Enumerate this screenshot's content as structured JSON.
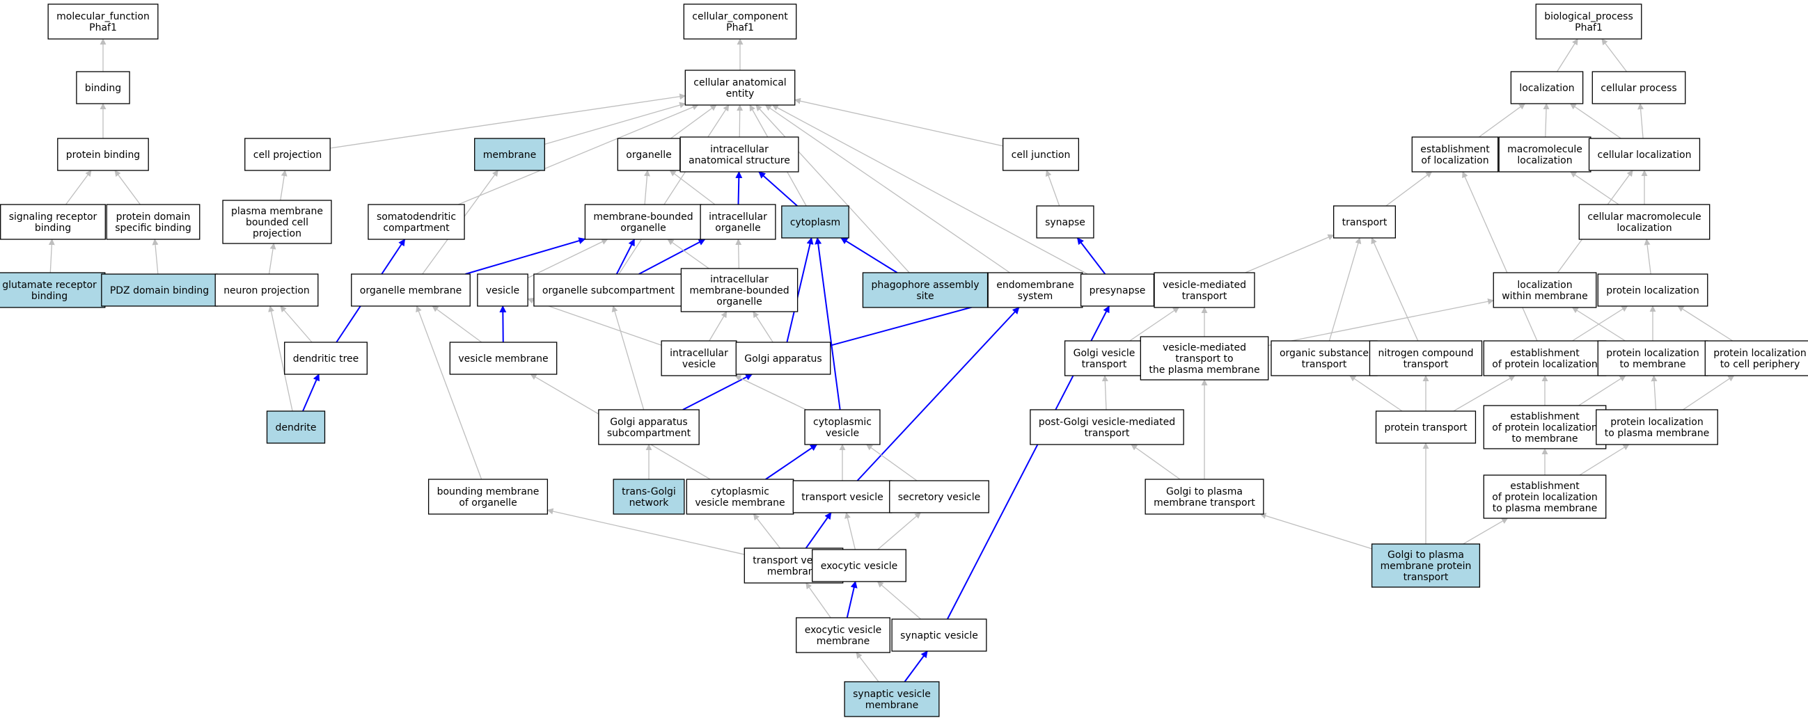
{
  "colors": {
    "node_fill": "#ffffff",
    "node_highlight_fill": "#add8e6",
    "node_stroke": "#000000",
    "edge_gray": "#bebebe",
    "edge_blue": "#0000ff"
  },
  "nodes": [
    {
      "id": "mf",
      "lines": [
        "molecular_function",
        "Phaf1"
      ],
      "hl": false
    },
    {
      "id": "binding",
      "lines": [
        "binding"
      ],
      "hl": false
    },
    {
      "id": "protbind",
      "lines": [
        "protein binding"
      ],
      "hl": false
    },
    {
      "id": "sigrec",
      "lines": [
        "signaling receptor",
        "binding"
      ],
      "hl": false
    },
    {
      "id": "pdspec",
      "lines": [
        "protein domain",
        "specific binding"
      ],
      "hl": false
    },
    {
      "id": "glut",
      "lines": [
        "glutamate receptor",
        "binding"
      ],
      "hl": true
    },
    {
      "id": "pdz",
      "lines": [
        "PDZ domain binding"
      ],
      "hl": true
    },
    {
      "id": "cc",
      "lines": [
        "cellular_component",
        "Phaf1"
      ],
      "hl": false
    },
    {
      "id": "cae",
      "lines": [
        "cellular anatomical",
        "entity"
      ],
      "hl": false
    },
    {
      "id": "cellproj",
      "lines": [
        "cell projection"
      ],
      "hl": false
    },
    {
      "id": "membrane",
      "lines": [
        "membrane"
      ],
      "hl": true
    },
    {
      "id": "organelle",
      "lines": [
        "organelle"
      ],
      "hl": false
    },
    {
      "id": "ias",
      "lines": [
        "intracellular",
        "anatomical structure"
      ],
      "hl": false
    },
    {
      "id": "celljunc",
      "lines": [
        "cell junction"
      ],
      "hl": false
    },
    {
      "id": "pmbcp",
      "lines": [
        "plasma membrane",
        "bounded cell",
        "projection"
      ],
      "hl": false
    },
    {
      "id": "somato",
      "lines": [
        "somatodendritic",
        "compartment"
      ],
      "hl": false
    },
    {
      "id": "mbo",
      "lines": [
        "membrane-bounded",
        "organelle"
      ],
      "hl": false
    },
    {
      "id": "intorg",
      "lines": [
        "intracellular",
        "organelle"
      ],
      "hl": false
    },
    {
      "id": "cytoplasm",
      "lines": [
        "cytoplasm"
      ],
      "hl": true
    },
    {
      "id": "synapse",
      "lines": [
        "synapse"
      ],
      "hl": false
    },
    {
      "id": "neuproj",
      "lines": [
        "neuron projection"
      ],
      "hl": false
    },
    {
      "id": "orgmem",
      "lines": [
        "organelle membrane"
      ],
      "hl": false
    },
    {
      "id": "vesicle",
      "lines": [
        "vesicle"
      ],
      "hl": false
    },
    {
      "id": "orgsub",
      "lines": [
        "organelle subcompartment"
      ],
      "hl": false
    },
    {
      "id": "imbo",
      "lines": [
        "intracellular",
        "membrane-bounded",
        "organelle"
      ],
      "hl": false
    },
    {
      "id": "phago",
      "lines": [
        "phagophore assembly",
        "site"
      ],
      "hl": true
    },
    {
      "id": "endo",
      "lines": [
        "endomembrane",
        "system"
      ],
      "hl": false
    },
    {
      "id": "presyn",
      "lines": [
        "presynapse"
      ],
      "hl": false
    },
    {
      "id": "dendtree",
      "lines": [
        "dendritic tree"
      ],
      "hl": false
    },
    {
      "id": "vesmem",
      "lines": [
        "vesicle membrane"
      ],
      "hl": false
    },
    {
      "id": "intves",
      "lines": [
        "intracellular",
        "vesicle"
      ],
      "hl": false
    },
    {
      "id": "golgi",
      "lines": [
        "Golgi apparatus"
      ],
      "hl": false
    },
    {
      "id": "dendrite",
      "lines": [
        "dendrite"
      ],
      "hl": true
    },
    {
      "id": "golgisub",
      "lines": [
        "Golgi apparatus",
        "subcompartment"
      ],
      "hl": false
    },
    {
      "id": "cytves",
      "lines": [
        "cytoplasmic",
        "vesicle"
      ],
      "hl": false
    },
    {
      "id": "bmo",
      "lines": [
        "bounding membrane",
        "of organelle"
      ],
      "hl": false
    },
    {
      "id": "tgn",
      "lines": [
        "trans-Golgi",
        "network"
      ],
      "hl": true
    },
    {
      "id": "cytvesmem",
      "lines": [
        "cytoplasmic",
        "vesicle membrane"
      ],
      "hl": false
    },
    {
      "id": "transves",
      "lines": [
        "transport vesicle"
      ],
      "hl": false
    },
    {
      "id": "secves",
      "lines": [
        "secretory vesicle"
      ],
      "hl": false
    },
    {
      "id": "tvm",
      "lines": [
        "transport vesicle",
        "membrane"
      ],
      "hl": false
    },
    {
      "id": "exoves",
      "lines": [
        "exocytic vesicle"
      ],
      "hl": false
    },
    {
      "id": "evm",
      "lines": [
        "exocytic vesicle",
        "membrane"
      ],
      "hl": false
    },
    {
      "id": "synves",
      "lines": [
        "synaptic vesicle"
      ],
      "hl": false
    },
    {
      "id": "svm",
      "lines": [
        "synaptic vesicle",
        "membrane"
      ],
      "hl": true
    },
    {
      "id": "bp",
      "lines": [
        "biological_process",
        "Phaf1"
      ],
      "hl": false
    },
    {
      "id": "loc",
      "lines": [
        "localization"
      ],
      "hl": false
    },
    {
      "id": "cellproc",
      "lines": [
        "cellular process"
      ],
      "hl": false
    },
    {
      "id": "estloc",
      "lines": [
        "establishment",
        "of localization"
      ],
      "hl": false
    },
    {
      "id": "macloc",
      "lines": [
        "macromolecule",
        "localization"
      ],
      "hl": false
    },
    {
      "id": "cellloc",
      "lines": [
        "cellular localization"
      ],
      "hl": false
    },
    {
      "id": "transport",
      "lines": [
        "transport"
      ],
      "hl": false
    },
    {
      "id": "cmloc",
      "lines": [
        "cellular macromolecule",
        "localization"
      ],
      "hl": false
    },
    {
      "id": "vmt",
      "lines": [
        "vesicle-mediated",
        "transport"
      ],
      "hl": false
    },
    {
      "id": "locwm",
      "lines": [
        "localization",
        "within membrane"
      ],
      "hl": false
    },
    {
      "id": "protloc",
      "lines": [
        "protein localization"
      ],
      "hl": false
    },
    {
      "id": "gvt",
      "lines": [
        "Golgi vesicle",
        "transport"
      ],
      "hl": false
    },
    {
      "id": "vmtpm",
      "lines": [
        "vesicle-mediated",
        "transport to",
        "the plasma membrane"
      ],
      "hl": false
    },
    {
      "id": "ost",
      "lines": [
        "organic substance",
        "transport"
      ],
      "hl": false
    },
    {
      "id": "nct",
      "lines": [
        "nitrogen compound",
        "transport"
      ],
      "hl": false
    },
    {
      "id": "epl",
      "lines": [
        "establishment",
        "of protein localization"
      ],
      "hl": false
    },
    {
      "id": "pltm",
      "lines": [
        "protein localization",
        "to membrane"
      ],
      "hl": false
    },
    {
      "id": "pltcp",
      "lines": [
        "protein localization",
        "to cell periphery"
      ],
      "hl": false
    },
    {
      "id": "pgvmt",
      "lines": [
        "post-Golgi vesicle-mediated",
        "transport"
      ],
      "hl": false
    },
    {
      "id": "prottr",
      "lines": [
        "protein transport"
      ],
      "hl": false
    },
    {
      "id": "epltm",
      "lines": [
        "establishment",
        "of protein localization",
        "to membrane"
      ],
      "hl": false
    },
    {
      "id": "pltpm",
      "lines": [
        "protein localization",
        "to plasma membrane"
      ],
      "hl": false
    },
    {
      "id": "gpmt",
      "lines": [
        "Golgi to plasma",
        "membrane transport"
      ],
      "hl": false
    },
    {
      "id": "epltpm",
      "lines": [
        "establishment",
        "of protein localization",
        "to plasma membrane"
      ],
      "hl": false
    },
    {
      "id": "gpmpt",
      "lines": [
        "Golgi to plasma",
        "membrane protein",
        "transport"
      ],
      "hl": true
    }
  ],
  "edges": [
    [
      "binding",
      "mf",
      "gray"
    ],
    [
      "protbind",
      "binding",
      "gray"
    ],
    [
      "sigrec",
      "protbind",
      "gray"
    ],
    [
      "pdspec",
      "protbind",
      "gray"
    ],
    [
      "glut",
      "sigrec",
      "gray"
    ],
    [
      "pdz",
      "pdspec",
      "gray"
    ],
    [
      "cae",
      "cc",
      "gray"
    ],
    [
      "cellproj",
      "cae",
      "gray"
    ],
    [
      "membrane",
      "cae",
      "gray"
    ],
    [
      "organelle",
      "cae",
      "gray"
    ],
    [
      "ias",
      "cae",
      "gray"
    ],
    [
      "celljunc",
      "cae",
      "gray"
    ],
    [
      "somato",
      "cae",
      "gray"
    ],
    [
      "cytoplasm",
      "cae",
      "gray"
    ],
    [
      "phago",
      "cae",
      "gray"
    ],
    [
      "endo",
      "cae",
      "gray"
    ],
    [
      "presyn",
      "cae",
      "gray"
    ],
    [
      "orgsub",
      "cae",
      "gray"
    ],
    [
      "pmbcp",
      "cellproj",
      "gray"
    ],
    [
      "neuproj",
      "pmbcp",
      "gray"
    ],
    [
      "dendrite",
      "neuproj",
      "gray"
    ],
    [
      "dendtree",
      "neuproj",
      "gray"
    ],
    [
      "dendtree",
      "somato",
      "blue"
    ],
    [
      "dendrite",
      "dendtree",
      "blue"
    ],
    [
      "mbo",
      "organelle",
      "gray"
    ],
    [
      "intorg",
      "organelle",
      "gray"
    ],
    [
      "intorg",
      "ias",
      "blue"
    ],
    [
      "cytoplasm",
      "ias",
      "blue"
    ],
    [
      "orgmem",
      "mbo",
      "blue"
    ],
    [
      "orgsub",
      "mbo",
      "blue"
    ],
    [
      "orgsub",
      "intorg",
      "blue"
    ],
    [
      "imbo",
      "mbo",
      "gray"
    ],
    [
      "imbo",
      "intorg",
      "gray"
    ],
    [
      "vesicle",
      "mbo",
      "gray"
    ],
    [
      "orgmem",
      "membrane",
      "gray"
    ],
    [
      "synapse",
      "celljunc",
      "gray"
    ],
    [
      "presyn",
      "synapse",
      "blue"
    ],
    [
      "phago",
      "cytoplasm",
      "blue"
    ],
    [
      "golgi",
      "cytoplasm",
      "blue"
    ],
    [
      "cytves",
      "cytoplasm",
      "blue"
    ],
    [
      "vesmem",
      "vesicle",
      "blue"
    ],
    [
      "vesmem",
      "orgmem",
      "gray"
    ],
    [
      "intves",
      "vesicle",
      "gray"
    ],
    [
      "intves",
      "imbo",
      "gray"
    ],
    [
      "golgi",
      "imbo",
      "gray"
    ],
    [
      "golgi",
      "endo",
      "blue"
    ],
    [
      "golgisub",
      "golgi",
      "blue"
    ],
    [
      "golgisub",
      "orgsub",
      "gray"
    ],
    [
      "tgn",
      "golgisub",
      "gray"
    ],
    [
      "cytves",
      "intves",
      "gray"
    ],
    [
      "bmo",
      "orgmem",
      "gray"
    ],
    [
      "cytvesmem",
      "cytves",
      "blue"
    ],
    [
      "cytvesmem",
      "vesmem",
      "gray"
    ],
    [
      "transves",
      "cytves",
      "gray"
    ],
    [
      "transves",
      "endo",
      "blue"
    ],
    [
      "secves",
      "cytves",
      "gray"
    ],
    [
      "tvm",
      "transves",
      "blue"
    ],
    [
      "tvm",
      "cytvesmem",
      "gray"
    ],
    [
      "tvm",
      "bmo",
      "gray"
    ],
    [
      "exoves",
      "transves",
      "gray"
    ],
    [
      "exoves",
      "secves",
      "gray"
    ],
    [
      "evm",
      "exoves",
      "blue"
    ],
    [
      "evm",
      "tvm",
      "gray"
    ],
    [
      "synves",
      "exoves",
      "gray"
    ],
    [
      "synves",
      "presyn",
      "blue"
    ],
    [
      "svm",
      "synves",
      "blue"
    ],
    [
      "svm",
      "evm",
      "gray"
    ],
    [
      "loc",
      "bp",
      "gray"
    ],
    [
      "cellproc",
      "bp",
      "gray"
    ],
    [
      "estloc",
      "loc",
      "gray"
    ],
    [
      "macloc",
      "loc",
      "gray"
    ],
    [
      "cellloc",
      "loc",
      "gray"
    ],
    [
      "cellloc",
      "cellproc",
      "gray"
    ],
    [
      "transport",
      "estloc",
      "gray"
    ],
    [
      "cmloc",
      "macloc",
      "gray"
    ],
    [
      "cmloc",
      "cellloc",
      "gray"
    ],
    [
      "vmt",
      "transport",
      "gray"
    ],
    [
      "locwm",
      "cellloc",
      "gray"
    ],
    [
      "protloc",
      "cmloc",
      "gray"
    ],
    [
      "gvt",
      "vmt",
      "gray"
    ],
    [
      "vmtpm",
      "vmt",
      "gray"
    ],
    [
      "vmtpm",
      "locwm",
      "gray"
    ],
    [
      "ost",
      "transport",
      "gray"
    ],
    [
      "nct",
      "transport",
      "gray"
    ],
    [
      "epl",
      "estloc",
      "gray"
    ],
    [
      "epl",
      "protloc",
      "gray"
    ],
    [
      "pltm",
      "protloc",
      "gray"
    ],
    [
      "pltm",
      "locwm",
      "gray"
    ],
    [
      "pltcp",
      "protloc",
      "gray"
    ],
    [
      "pgvmt",
      "gvt",
      "gray"
    ],
    [
      "prottr",
      "ost",
      "gray"
    ],
    [
      "prottr",
      "nct",
      "gray"
    ],
    [
      "prottr",
      "epl",
      "gray"
    ],
    [
      "epltm",
      "epl",
      "gray"
    ],
    [
      "epltm",
      "pltm",
      "gray"
    ],
    [
      "pltpm",
      "pltm",
      "gray"
    ],
    [
      "pltpm",
      "pltcp",
      "gray"
    ],
    [
      "gpmt",
      "pgvmt",
      "gray"
    ],
    [
      "gpmt",
      "vmtpm",
      "gray"
    ],
    [
      "epltpm",
      "epltm",
      "gray"
    ],
    [
      "epltpm",
      "pltpm",
      "gray"
    ],
    [
      "gpmpt",
      "prottr",
      "gray"
    ],
    [
      "gpmpt",
      "gpmt",
      "gray"
    ],
    [
      "gpmpt",
      "epltpm",
      "gray"
    ]
  ]
}
